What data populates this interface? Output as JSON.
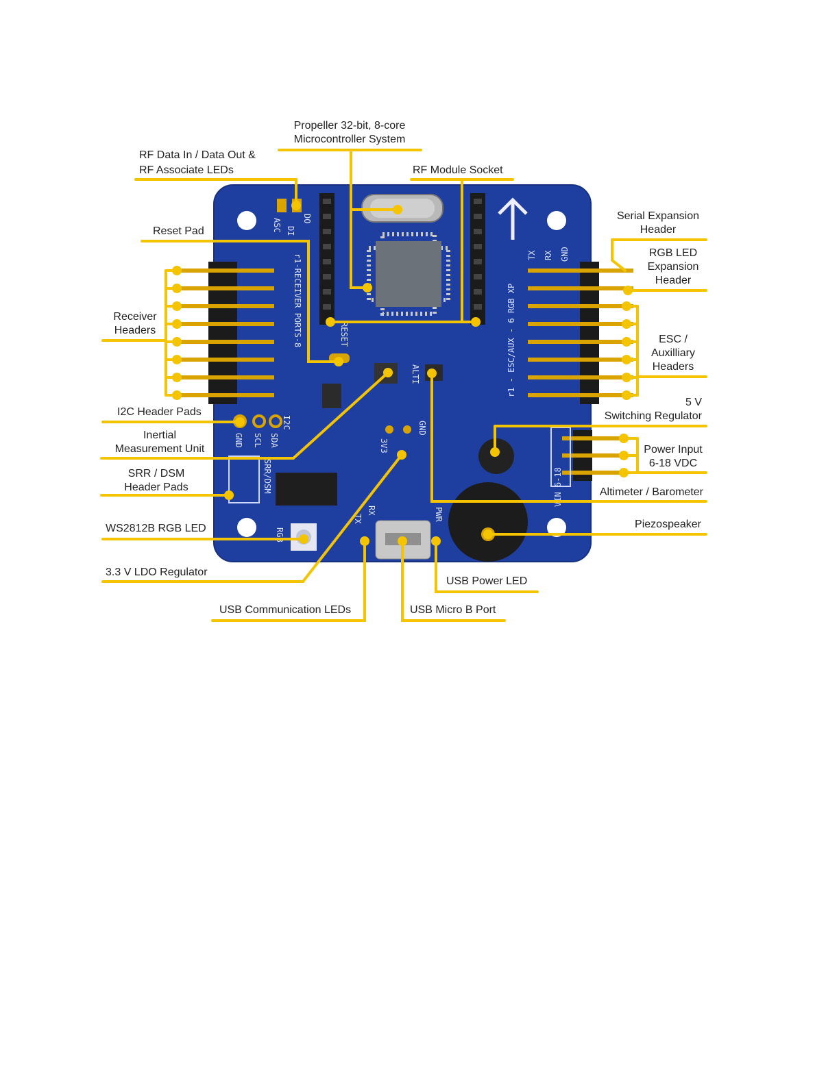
{
  "diagram": {
    "accent_color": "#f5c400",
    "board_color": "#1f3fa0",
    "labels": {
      "propeller": "Propeller 32-bit, 8-core",
      "propeller_2": "Microcontroller System",
      "rf_data": "RF Data In / Data Out &",
      "rf_data_2": "RF Associate LEDs",
      "rf_socket": "RF Module Socket",
      "reset_pad": "Reset Pad",
      "serial_exp": "Serial Expansion",
      "serial_exp_2": "Header",
      "rgb_exp": "RGB LED",
      "rgb_exp_2": "Expansion",
      "rgb_exp_3": "Header",
      "receiver": "Receiver",
      "receiver_2": "Headers",
      "esc": "ESC /",
      "esc_2": "Auxilliary",
      "esc_3": "Headers",
      "switching_reg": "5 V",
      "switching_reg_2": "Switching Regulator",
      "i2c": "I2C Header Pads",
      "imu": "Inertial",
      "imu_2": "Measurement Unit",
      "power_input": "Power Input",
      "power_input_2": "6-18 VDC",
      "srr_dsm": "SRR / DSM",
      "srr_dsm_2": "Header Pads",
      "altimeter": "Altimeter / Barometer",
      "ws2812b": "WS2812B RGB LED",
      "piezo": "Piezospeaker",
      "ldo": "3.3 V LDO Regulator",
      "usb_power_led": "USB Power LED",
      "usb_comm": "USB Communication LEDs",
      "usb_port": "USB Micro B Port"
    },
    "silkscreen": {
      "di": "DI",
      "do": "DO",
      "asc": "ASC",
      "receiver_ports": "r1-RECEIVER PORTS-8",
      "esc_aux": "r1 - ESC/AUX - 6 RGB XP",
      "reset": "RESET",
      "tx": "TX",
      "rx": "RX",
      "gnd": "GND",
      "scl": "SCL",
      "sda": "SDA",
      "i2c": "I2C",
      "v33": "3V3",
      "srr_dsm": "SRR/DSM",
      "rgb": "RGB",
      "pwr": "PWR",
      "vin": "VIN 6-18",
      "alti": "ALTI"
    }
  }
}
